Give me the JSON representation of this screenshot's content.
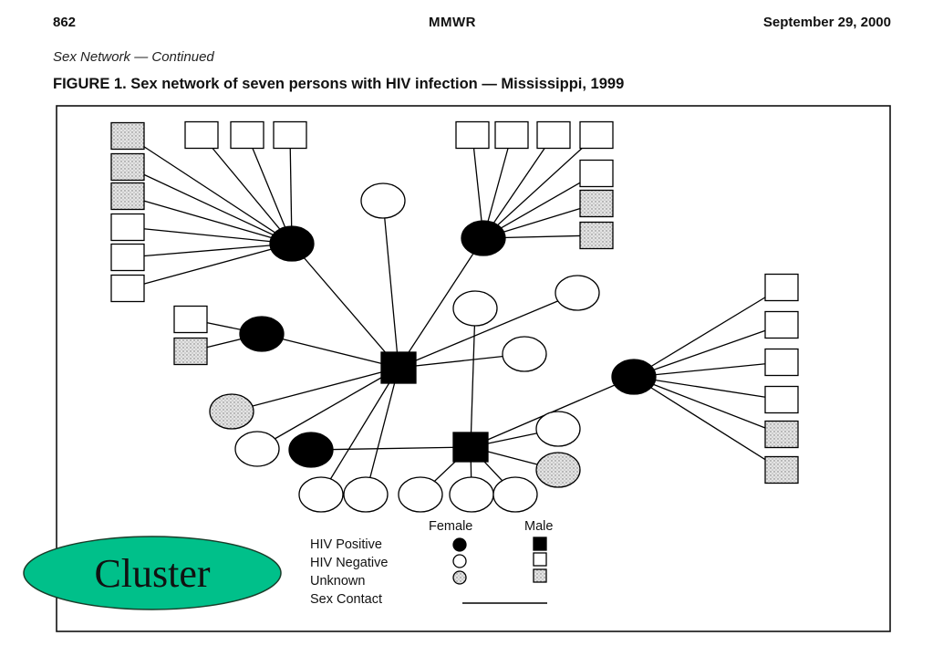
{
  "header": {
    "page_number": "862",
    "journal": "MMWR",
    "date": "September 29, 2000"
  },
  "continuation": "Sex Network — Continued",
  "figure": {
    "title": "FIGURE 1. Sex network of seven persons with HIV infection — Mississippi, 1999",
    "legend": {
      "col_female": "Female",
      "col_male": "Male",
      "row_positive": "HIV Positive",
      "row_negative": "HIV Negative",
      "row_unknown": "Unknown",
      "row_contact": "Sex Contact"
    },
    "status_colors": {
      "positive": "#000000",
      "negative": "#ffffff",
      "unknown": "#c8c8c8"
    }
  },
  "overlay": {
    "label": "Cluster",
    "color": "#00c08a"
  }
}
